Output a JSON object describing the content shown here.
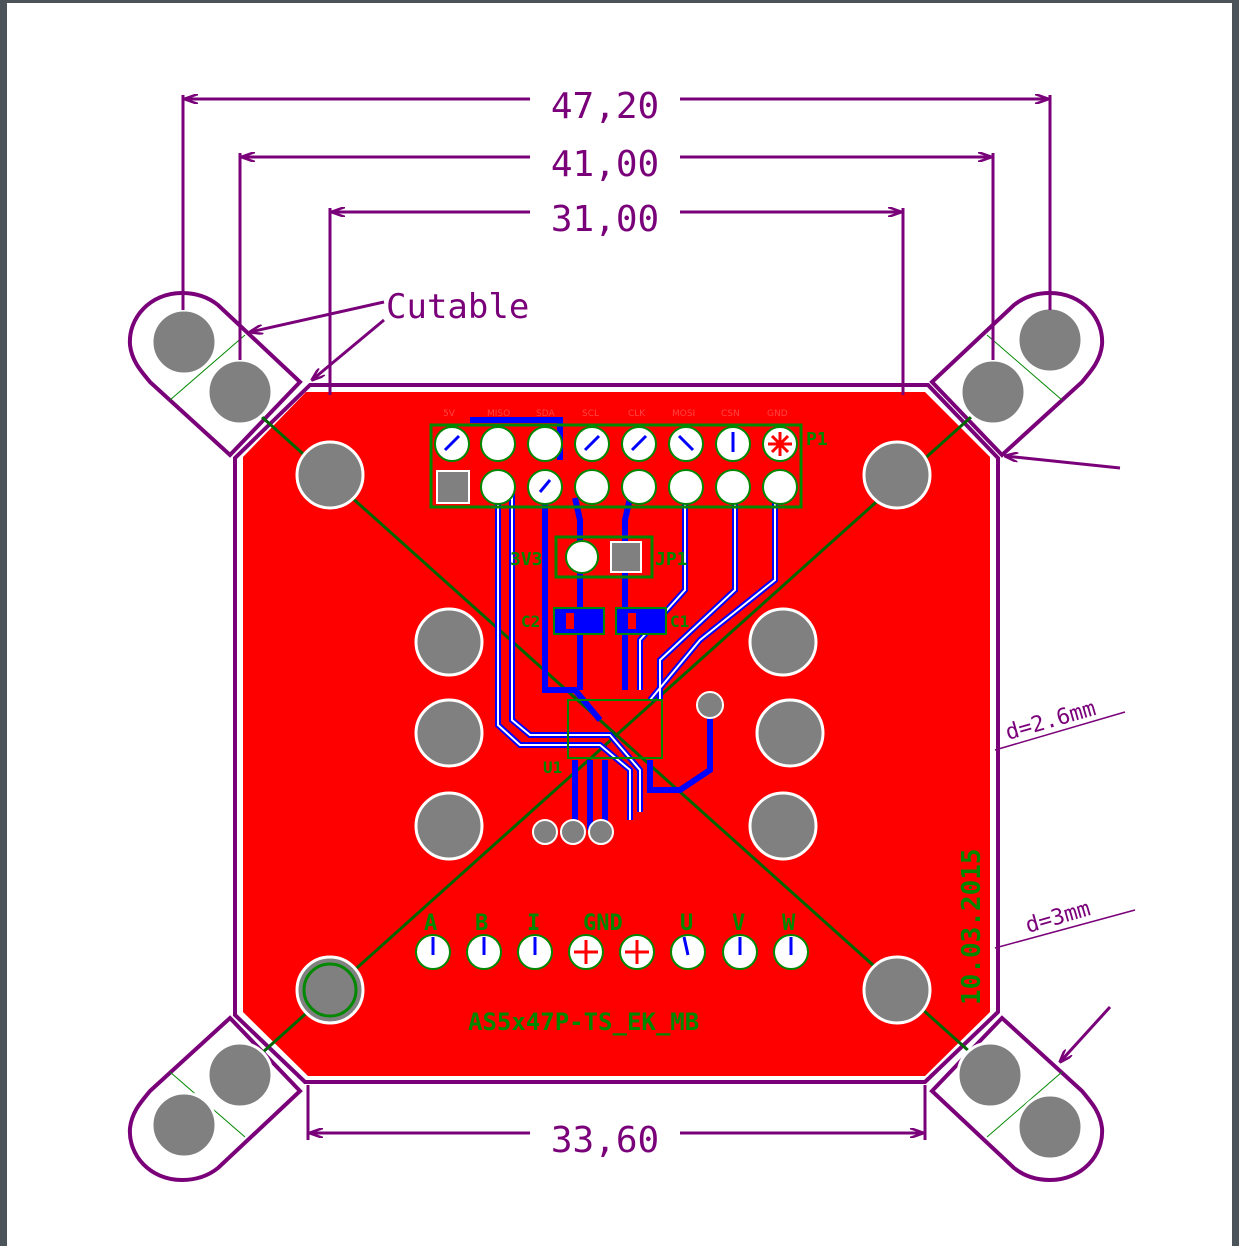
{
  "colors": {
    "outline": "#7a007a",
    "copper_top": "#ff0000",
    "copper_bottom": "#0000ff",
    "silkscreen": "#008800",
    "pad": "#808080",
    "frame": "#4d5459"
  },
  "dimensions": {
    "dim_top_outer": "47,20",
    "dim_top_middle": "41,00",
    "dim_top_inner": "31,00",
    "dim_bottom": "33,60"
  },
  "annotations": {
    "cutable": "Cutable",
    "hole_large": "d=3mm",
    "hole_small": "d=2.6mm"
  },
  "silkscreen": {
    "board_name": "AS5x47P-TS_EK_MB",
    "date": "10.03.2015",
    "header_ref": "P1",
    "jumper_ref": "JP1",
    "jumper_label": "3V3",
    "cap_left": "C2",
    "cap_right": "C1",
    "chip_ref": "U1",
    "motor_pins": [
      "A",
      "B",
      "I",
      "GND",
      "U",
      "V",
      "W"
    ]
  },
  "header_pin_labels": [
    "5V",
    "MISO",
    "SDA",
    "SCL",
    "CLK",
    "MOSI",
    "CSN",
    "GND"
  ]
}
